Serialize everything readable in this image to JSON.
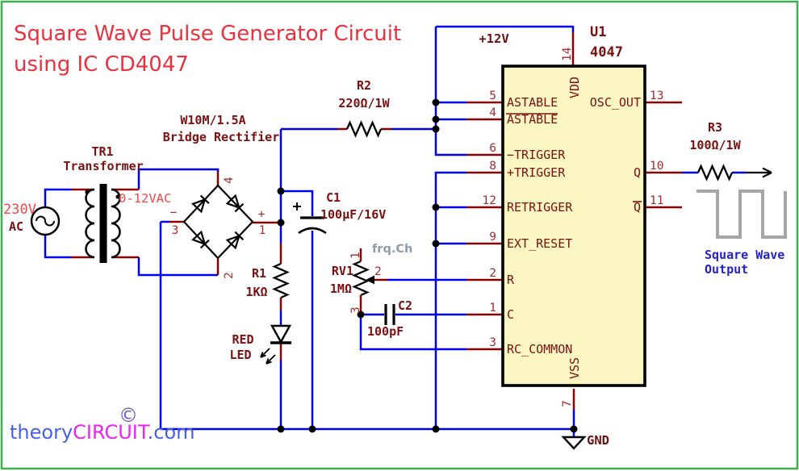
{
  "title": {
    "line1": "Square Wave Pulse Generator Circuit",
    "line2": "using IC CD4047"
  },
  "colors": {
    "wire_blue": "#0000F0",
    "lead_dark_red": "#8B0000",
    "label_maroon": "#7B1010",
    "pin_number_red": "#A22C2C",
    "bright_red": "#F04848",
    "title_red": "#E8323E",
    "ic_fill_yellow": "#FCF6C2",
    "waveform_gray": "#A6A6A6",
    "output_text_blue": "#2222CC",
    "note_gray": "#8E9DAD",
    "border_green": "#3FAE52",
    "watermark_blue": "#4A5FE8",
    "watermark_magenta": "#EE22EE",
    "copyright_purple": "#6655CC"
  },
  "ic": {
    "ref": "U1",
    "part": "4047",
    "left_pins": [
      {
        "num": "5",
        "name": "ASTABLE"
      },
      {
        "num": "4",
        "name": "ASTABLE"
      },
      {
        "num": "6",
        "name": "−TRIGGER"
      },
      {
        "num": "8",
        "name": "+TRIGGER"
      },
      {
        "num": "12",
        "name": "RETRIGGER"
      },
      {
        "num": "9",
        "name": "EXT_RESET"
      },
      {
        "num": "2",
        "name": "R"
      },
      {
        "num": "1",
        "name": "C"
      },
      {
        "num": "3",
        "name": "RC_COMMON"
      }
    ],
    "right_pins": [
      {
        "num": "13",
        "name": "OSC_OUT"
      },
      {
        "num": "10",
        "name": "Q"
      },
      {
        "num": "11",
        "name": "Q"
      }
    ],
    "top_pin": {
      "num": "14",
      "name": "VDD"
    },
    "bottom_pin": {
      "num": "7",
      "name": "VSS"
    }
  },
  "power": {
    "rail": "+12V",
    "gnd": "GND"
  },
  "transformer": {
    "ref": "TR1",
    "name": "Transformer",
    "primary": "230V",
    "primary_sub": "AC",
    "secondary": "0-12VAC"
  },
  "bridge": {
    "line1": "W10M/1.5A",
    "line2": "Bridge Rectifier",
    "pin_top": "4",
    "pin_bottom": "2",
    "pin_left": "3",
    "pin_right": "1",
    "minus": "−",
    "plus": "+"
  },
  "resistors": {
    "r1": {
      "ref": "R1",
      "value": "1KΩ"
    },
    "r2": {
      "ref": "R2",
      "value": "220Ω/1W"
    },
    "r3": {
      "ref": "R3",
      "value": "100Ω/1W"
    }
  },
  "capacitors": {
    "c1": {
      "ref": "C1",
      "value": "100µF/16V"
    },
    "c2": {
      "ref": "C2",
      "value": "100pF"
    }
  },
  "potentiometer": {
    "ref": "RV1",
    "value": "1MΩ",
    "pin_top": "1",
    "pin_wiper": "2",
    "pin_bottom": "3",
    "note": "frq.Ch"
  },
  "led": {
    "line1": "RED",
    "line2": "LED"
  },
  "output": {
    "line1": "Square Wave",
    "line2": "Output"
  },
  "watermark": {
    "copyright": "©",
    "part1": "theory",
    "part2": "CIRCUIT",
    "part3": ".com"
  }
}
